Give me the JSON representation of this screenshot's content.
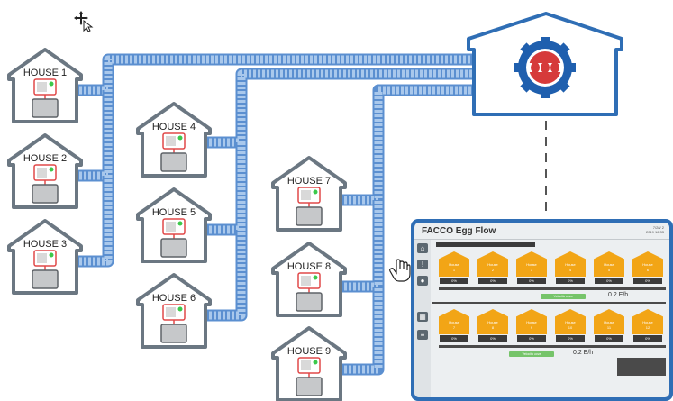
{
  "houses": [
    {
      "label": "HOUSE 1"
    },
    {
      "label": "HOUSE 2"
    },
    {
      "label": "HOUSE 3"
    },
    {
      "label": "HOUSE 4"
    },
    {
      "label": "HOUSE 5"
    },
    {
      "label": "HOUSE 6"
    },
    {
      "label": "HOUSE 7"
    },
    {
      "label": "HOUSE 8"
    },
    {
      "label": "HOUSE 9"
    }
  ],
  "colors": {
    "house_outline": "#6b7782",
    "conveyor": "#a9c8ec",
    "conveyor_edge": "#5b8fd0",
    "panel_frame": "#2f6eb5",
    "mini_house": "#f2a516",
    "sensor_border": "#e04848",
    "sensor_light": "#3cc84a"
  },
  "icons": [
    "move-cursor-icon",
    "hand-cursor-icon",
    "facco-gear-logo-icon"
  ],
  "panel": {
    "title": "FACCO Egg Flow",
    "corner_line1": "7/28/ 2",
    "corner_line2": "2019 16:33",
    "row1": {
      "houses": [
        {
          "name": "House",
          "num": "1",
          "pct": "0%"
        },
        {
          "name": "House",
          "num": "2",
          "pct": "0%"
        },
        {
          "name": "House",
          "num": "3",
          "pct": "0%"
        },
        {
          "name": "House",
          "num": "4",
          "pct": "0%"
        },
        {
          "name": "House",
          "num": "5",
          "pct": "0%"
        },
        {
          "name": "House",
          "num": "6",
          "pct": "0%"
        }
      ],
      "rate_label": "Velocità uova",
      "rate_value": "0.2 E/h"
    },
    "row2": {
      "houses": [
        {
          "name": "House",
          "num": "7",
          "pct": "0%"
        },
        {
          "name": "House",
          "num": "8",
          "pct": "0%"
        },
        {
          "name": "House",
          "num": "9",
          "pct": "0%"
        },
        {
          "name": "House",
          "num": "10",
          "pct": "0%"
        },
        {
          "name": "House",
          "num": "11",
          "pct": "0%"
        },
        {
          "name": "House",
          "num": "12",
          "pct": "0%"
        }
      ],
      "rate_label": "Velocità uova",
      "rate_value": "0.2 E/h"
    }
  }
}
